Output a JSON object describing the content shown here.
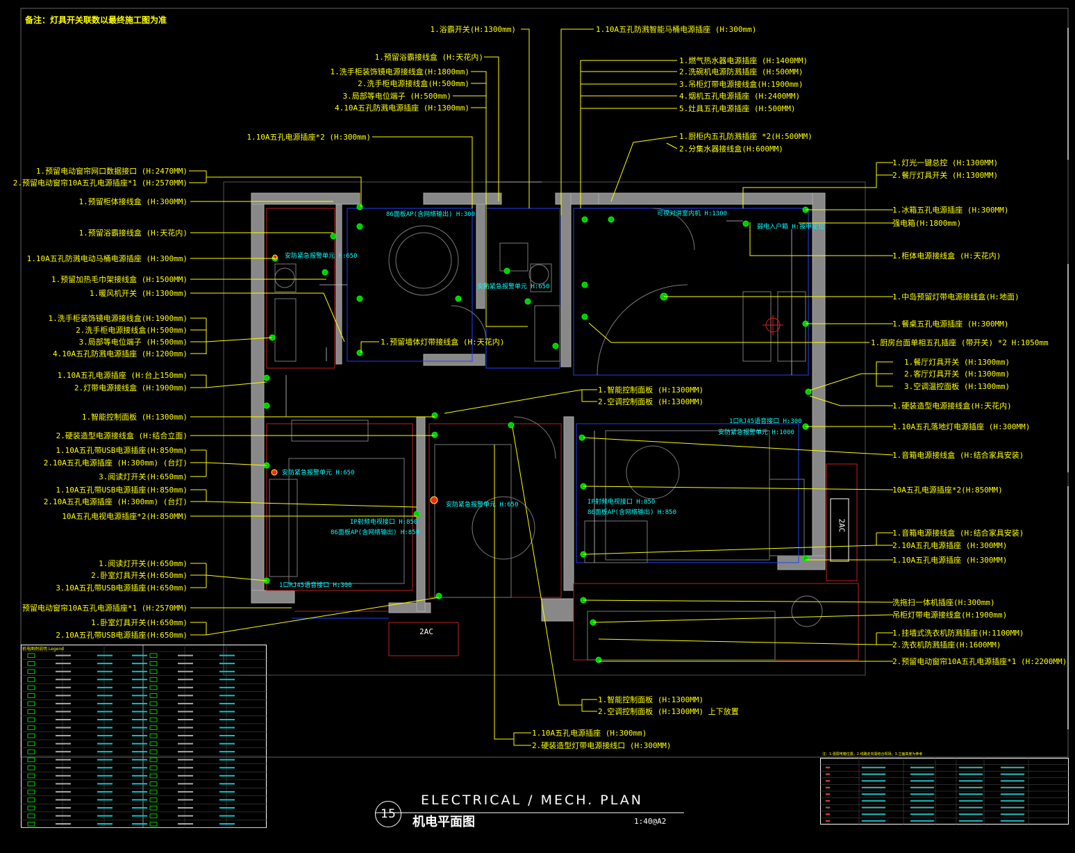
{
  "note": "备注：灯具开关联数以最终施工图为准",
  "title": {
    "number": "15",
    "en": "ELECTRICAL / MECH. PLAN",
    "cn": "机电平面图",
    "scale": "1:40@A2"
  },
  "ac_units": [
    "2AC",
    "2AC"
  ],
  "labels_top": [
    {
      "id": "t1",
      "text": "1.浴霸开关(H:1300mm)"
    },
    {
      "id": "t2",
      "text": "1.10A五孔防溅智能马桶电源插座 (H:300mm)"
    },
    {
      "id": "t3",
      "text": "1.预留浴霸接线盒 (H:天花内)"
    },
    {
      "id": "t4",
      "text": "1.洗手柜装饰镜电源接线盒(H:1800mm)"
    },
    {
      "id": "t5",
      "text": "2.洗手柜电源接线盒(H:500mm)"
    },
    {
      "id": "t6",
      "text": "3.局部等电位端子 (H:500mm)"
    },
    {
      "id": "t7",
      "text": "4.10A五孔防溅电源插座 (H:1300mm)"
    },
    {
      "id": "t8",
      "text": "1.燃气热水器电源插座 (H:1400MM)"
    },
    {
      "id": "t9",
      "text": "2.洗碗机电源防溅插座 (H:500MM)"
    },
    {
      "id": "t10",
      "text": "3.吊柜灯带电源接线盒(H:1900mm)"
    },
    {
      "id": "t11",
      "text": "4.烟机五孔电源插座 (H:2400MM)"
    },
    {
      "id": "t12",
      "text": "5.灶具五孔电源插座 (H:500MM)"
    },
    {
      "id": "t13",
      "text": "1.10A五孔电源插座*2 (H:300mm)"
    },
    {
      "id": "t14",
      "text": "1.厨柜内五孔防溅插座 *2(H:500MM)"
    },
    {
      "id": "t15",
      "text": "2.分集水器接线盒(H:600MM)"
    }
  ],
  "labels_left": [
    {
      "id": "l1",
      "text": "1.预留电动窗帘网口数据接口 (H:2470MM)"
    },
    {
      "id": "l2",
      "text": "2.预留电动窗帘10A五孔电源插座*1 (H:2570MM)"
    },
    {
      "id": "l3",
      "text": "1.预留柜体接线盒 (H:300MM)"
    },
    {
      "id": "l4",
      "text": "1.预留浴霸接线盒 (H:天花内)"
    },
    {
      "id": "l5",
      "text": "1.10A五孔防溅电动马桶电源插座 (H:300mm)"
    },
    {
      "id": "l6",
      "text": "1.预留加热毛巾架接线盒 (H:1500MM)"
    },
    {
      "id": "l7",
      "text": "1.暖风机开关 (H:1300mm)"
    },
    {
      "id": "l8",
      "text": "1.洗手柜装饰镜电源接线盒(H:1900mm)"
    },
    {
      "id": "l9",
      "text": "2.洗手柜电源接线盒(H:500mm)"
    },
    {
      "id": "l10",
      "text": "3.局部等电位端子 (H:500mm)"
    },
    {
      "id": "l11",
      "text": "4.10A五孔防溅电源插座 (H:1200mm)"
    },
    {
      "id": "l12",
      "text": "1.10A五孔电源插座 (H:台上150mm)"
    },
    {
      "id": "l13",
      "text": "2.灯带电源接线盒 (H:1900mm)"
    },
    {
      "id": "l14",
      "text": "1.智能控制面板 (H:1300mm)"
    },
    {
      "id": "l15",
      "text": "2.硬装造型电源接线盒 (H:结合立面)"
    },
    {
      "id": "l16",
      "text": "1.10A五孔带USB电源插座(H:850mm)"
    },
    {
      "id": "l17",
      "text": "2.10A五孔电源插座 (H:300mm) (台灯)"
    },
    {
      "id": "l18",
      "text": "3.阅读灯开关(H:650mm)"
    },
    {
      "id": "l19",
      "text": "1.10A五孔带USB电源插座(H:850mm)"
    },
    {
      "id": "l20",
      "text": "2.10A五孔电源插座 (H:300mm) (台灯)"
    },
    {
      "id": "l21",
      "text": "10A五孔电视电源插座*2(H:850MM)"
    },
    {
      "id": "l22",
      "text": "1.阅读灯开关(H:650mm)"
    },
    {
      "id": "l23",
      "text": "2.卧室灯具开关(H:650mm)"
    },
    {
      "id": "l24",
      "text": "3.10A五孔带USB电源插座(H:650mm)"
    },
    {
      "id": "l25",
      "text": "预留电动窗帘10A五孔电源插座*1 (H:2570MM)"
    },
    {
      "id": "l26",
      "text": "1.卧室灯具开关(H:650mm)"
    },
    {
      "id": "l27",
      "text": "2.10A五孔带USB电源插座(H:650mm)"
    }
  ],
  "labels_right": [
    {
      "id": "r1",
      "text": "1.灯光一键总控 (H:1300MM)"
    },
    {
      "id": "r2",
      "text": "2.餐厅灯具开关 (H:1300MM)"
    },
    {
      "id": "r3",
      "text": "1.冰箱五孔电源插座 (H:300MM)"
    },
    {
      "id": "r4",
      "text": "强电箱(H:1800mm)"
    },
    {
      "id": "r5",
      "text": "1.柜体电源接线盒 (H:天花内)"
    },
    {
      "id": "r6",
      "text": "1.中岛预留灯带电源接线盒(H:地面)"
    },
    {
      "id": "r7",
      "text": "1.餐桌五孔电源插座 (H:300MM)"
    },
    {
      "id": "r8",
      "text": "1.厨房台面单相五孔插座 (带开关) *2 H:1050mm"
    },
    {
      "id": "r9",
      "text": "1.餐厅灯具开关 (H:1300mm)"
    },
    {
      "id": "r10",
      "text": "2.客厅灯具开关 (H:1300mm)"
    },
    {
      "id": "r11",
      "text": "3.空调温控面板 (H:1300mm)"
    },
    {
      "id": "r12",
      "text": "1.硬装造型电源接线盒(H:天花内)"
    },
    {
      "id": "r13",
      "text": "1.10A五孔落地灯电源插座 (H:300MM)"
    },
    {
      "id": "r14",
      "text": "1.音箱电源接线盒 (H:结合家具安装)"
    },
    {
      "id": "r15",
      "text": "10A五孔电源插座*2(H:850MM)"
    },
    {
      "id": "r16",
      "text": "1.音箱电源接线盒 (H:结合家具安装)"
    },
    {
      "id": "r17",
      "text": "2.10A五孔电源插座 (H:300MM)"
    },
    {
      "id": "r18",
      "text": "1.10A五孔电源插座 (H:300MM)"
    },
    {
      "id": "r19",
      "text": "洗拖扫一体机插座(H:300mm)"
    },
    {
      "id": "r20",
      "text": "吊柜灯带电源接线盒(H:1900mm)"
    },
    {
      "id": "r21",
      "text": "1.挂墙式洗衣机防溅插座(H:1100MM)"
    },
    {
      "id": "r22",
      "text": "2.洗衣机防溅插座(H:1600MM)"
    },
    {
      "id": "r23",
      "text": "2.预留电动窗帘10A五孔电源插座*1 (H:2200MM)"
    }
  ],
  "labels_mid": [
    {
      "id": "m1",
      "text": "1.预留墙体灯带接线盒 (H:天花内)"
    },
    {
      "id": "m2",
      "text": "1.智能控制面板 (H:1300MM)"
    },
    {
      "id": "m3",
      "text": "2.空调控制面板 (H:1300MM)"
    },
    {
      "id": "m4",
      "text": "1.智能控制面板 (H:1300MM)"
    },
    {
      "id": "m5",
      "text": "2.空调控制面板 (H:1300MM) 上下放置"
    },
    {
      "id": "m6",
      "text": "1.10A五孔电源插座 (H:300mm)"
    },
    {
      "id": "m7",
      "text": "2.硬装造型灯带电源接线口 (H:300MM)"
    }
  ],
  "labels_cyan": [
    {
      "id": "c1",
      "text": "86面板AP(含网络输出) H:300"
    },
    {
      "id": "c2",
      "text": "安防紧急报警单元 H:650"
    },
    {
      "id": "c3",
      "text": "安防紧急报警单元 H:650"
    },
    {
      "id": "c4",
      "text": "可视对讲室内机 H:1300"
    },
    {
      "id": "c5",
      "text": "弱电入户箱 H:按甲定位"
    },
    {
      "id": "c6",
      "text": "1口RJ45语音接口 H:300"
    },
    {
      "id": "c7",
      "text": "安防紧急报警单元 H:1000"
    },
    {
      "id": "c8",
      "text": "安防紧急报警单元 H:650"
    },
    {
      "id": "c9",
      "text": "安防紧急报警单元 H:650"
    },
    {
      "id": "c10",
      "text": "IP射频电视接口 H:850"
    },
    {
      "id": "c11",
      "text": "86面板AP(含网络输出) H:850"
    },
    {
      "id": "c12",
      "text": "IP射频电视接口 H:850"
    },
    {
      "id": "c13",
      "text": "86面板AP(含网络输出) H:850"
    },
    {
      "id": "c14",
      "text": "1口RJ45语音接口 H:300"
    }
  ],
  "legend": {
    "title": "机电图例说明 Legend",
    "rows": 22
  },
  "spec": {
    "head": "注：1.强弱电箱位置，2.线路走向需结合现场，3.立面高度为参考",
    "rows": 9
  }
}
